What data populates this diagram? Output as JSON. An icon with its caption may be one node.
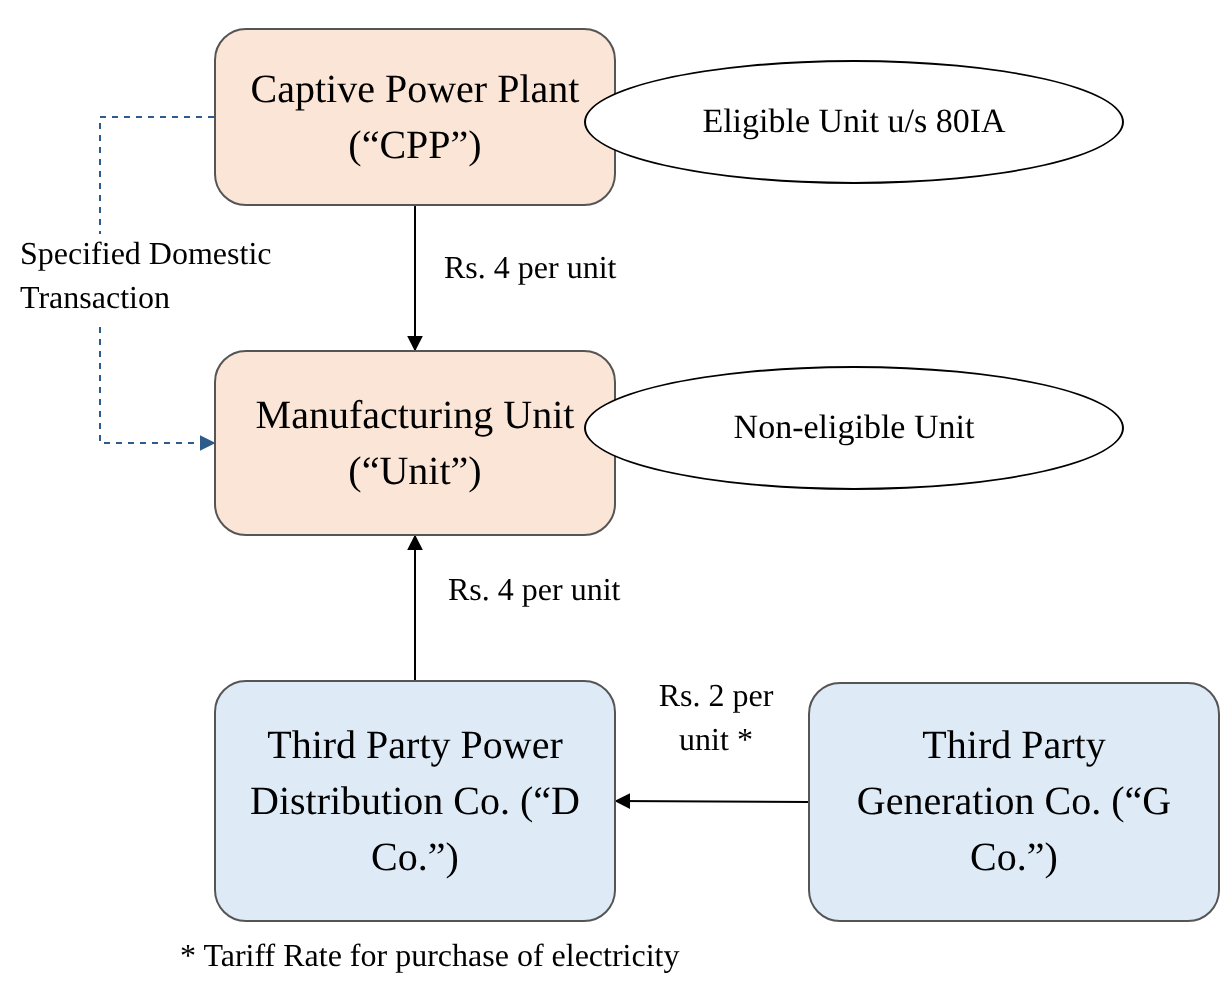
{
  "diagram": {
    "nodes": [
      {
        "text": [
          "Captive Power Plant (“CPP”)"
        ]
      },
      {
        "text": [
          "Eligible Unit u/s 80IA"
        ]
      },
      {
        "text": [
          "Manufacturing Unit (“Unit”)"
        ]
      },
      {
        "text": [
          "Non-eligible Unit"
        ]
      },
      {
        "text": [
          "Third Party Power Distribution Co. (“D Co.”)"
        ]
      },
      {
        "text": [
          "Third Party Generation Co. (“G Co.”)"
        ]
      }
    ],
    "edges": [
      {
        "from": 0,
        "to": 2,
        "arrow": "to",
        "label": "Rs. 4 per unit"
      },
      {
        "from": 0,
        "to": 2,
        "arrow": "to",
        "label": "Specified Domestic Transaction",
        "style": "dashed",
        "color": "#2e5c8a"
      },
      {
        "from": 4,
        "to": 2,
        "arrow": "to",
        "label": "Rs. 4 per unit"
      },
      {
        "from": 5,
        "to": 4,
        "arrow": "to",
        "label": "Rs. 2 per unit *"
      }
    ],
    "labels": [
      "* Tariff Rate for purchase of electricity"
    ]
  }
}
